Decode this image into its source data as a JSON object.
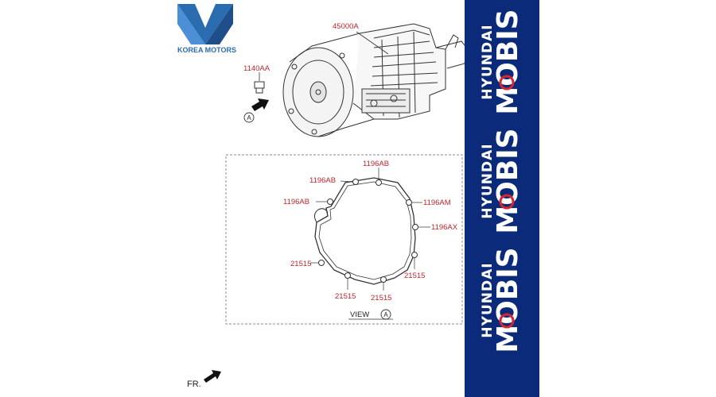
{
  "logo": {
    "text": "KOREA MOTORS"
  },
  "transmission": {
    "part_number": "45000A",
    "bolt_part_number": "1140AA",
    "view_marker": "A"
  },
  "gasket_view": {
    "labels": {
      "top": "1196AB",
      "upper_left": "1196AB",
      "left": "1196AB",
      "upper_right": "1196AM",
      "right": "1196AX",
      "lower_left": "21515",
      "bottom_left": "21515",
      "bottom_right": "21515",
      "lower_right": "21515"
    },
    "caption": "VIEW",
    "caption_marker": "A"
  },
  "direction": {
    "text": "FR."
  },
  "banner": {
    "background": "#0b2b7a",
    "brand_top": "HYUNDAI",
    "brand_main": "MOBIS",
    "accent": "#d6262f",
    "repeats": [
      "banner-1",
      "banner-2",
      "banner-3"
    ]
  }
}
